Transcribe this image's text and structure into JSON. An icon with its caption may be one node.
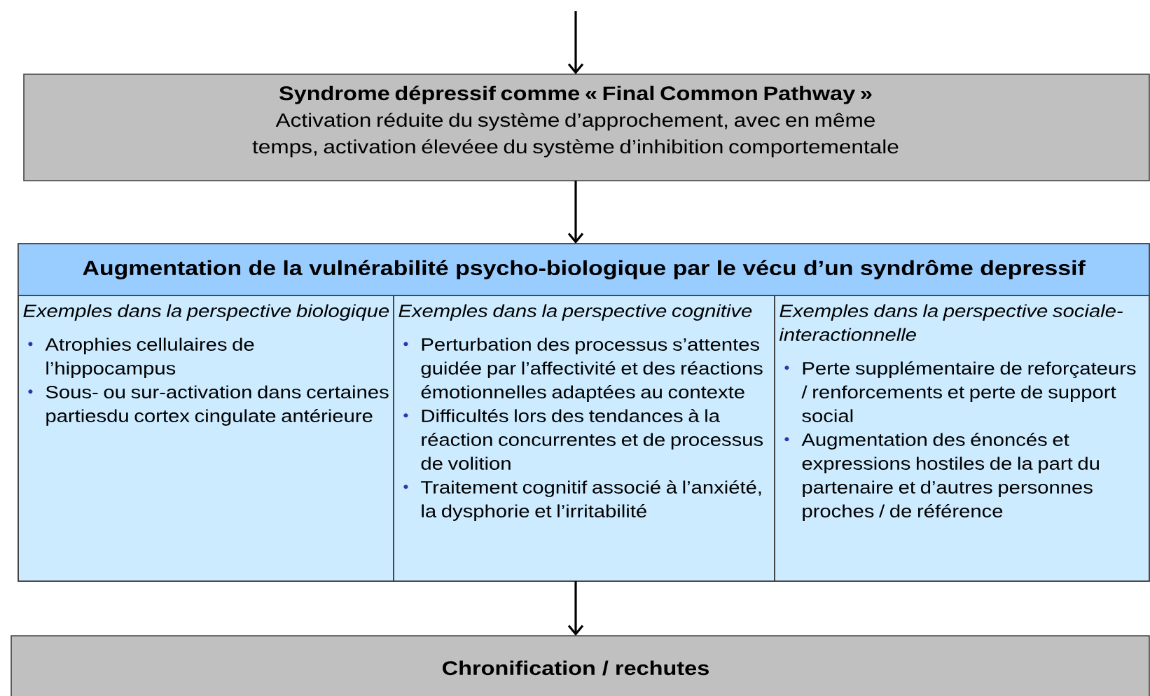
{
  "diagram": {
    "nodes": [
      {
        "text": [
          "Syndrome dépressif comme « Final Common Pathway »",
          "Activation réduite du système d’approchement, avec en même temps, activation élevéee du système d’inhibition comportementale"
        ]
      },
      {
        "text": [
          "Augmentation de la vulnérabilité psycho-biologique par le vécu d’un syndrôme depressif"
        ]
      },
      {
        "text": [
          "Exemples dans la perspective biologique",
          "Atrophies cellulaires de l’hippocampus",
          "Sous- ou sur-activation dans certaines partiesdu cortex cingulate antérieure"
        ],
        "in": 1
      },
      {
        "text": [
          "Exemples dans la perspective cognitive",
          "Perturbation des processus s’attentes guidée par l’affectivité et des réactions émotionnelles adaptées au contexte",
          "Difficultés lors des tendances à la réaction concurrentes et de processus de volition",
          "Traitement cognitif associé à l’anxiété, la dysphorie et l’irritabilité"
        ],
        "in": 1
      },
      {
        "text": [
          "Exemples dans la perspective sociale-interactionnelle",
          "Perte supplémentaire de reforçateurs / renforcements et perte de support social",
          "Augmentation des énoncés et expressions hostiles de la part du partenaire et d’autres personnes proches / de référence"
        ],
        "in": 1
      },
      {
        "text": [
          "Chronification / rechutes"
        ]
      }
    ],
    "edges": [
      {
        "from": null,
        "to": 0,
        "arrow": "to"
      },
      {
        "from": 0,
        "to": 1,
        "arrow": "to"
      },
      {
        "from": 1,
        "to": 5,
        "arrow": "to"
      }
    ]
  }
}
